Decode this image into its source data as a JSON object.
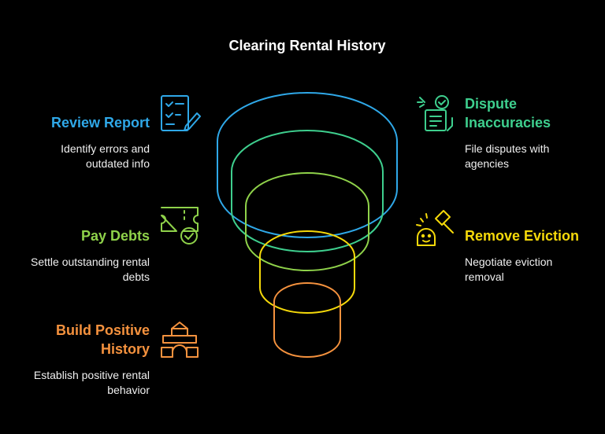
{
  "title": "Clearing Rental History",
  "colors": {
    "step1": "#2fa8e8",
    "step2": "#3ecf8e",
    "step3": "#8fd24a",
    "step4": "#f5d90a",
    "step5": "#f5923e"
  },
  "steps": [
    {
      "title": "Review Report",
      "desc": "Identify errors and outdated info",
      "icon": "checklist-icon",
      "side": "left"
    },
    {
      "title": "Dispute Inaccuracies",
      "desc": "File disputes with agencies",
      "icon": "dispute-document-icon",
      "side": "right"
    },
    {
      "title": "Pay Debts",
      "desc": "Settle outstanding rental debts",
      "icon": "ticket-check-icon",
      "side": "left"
    },
    {
      "title": "Remove Eviction",
      "desc": "Negotiate eviction removal",
      "icon": "gavel-icon",
      "side": "right"
    },
    {
      "title": "Build Positive History",
      "desc": "Establish positive rental behavior",
      "icon": "building-blocks-icon",
      "side": "left"
    }
  ]
}
